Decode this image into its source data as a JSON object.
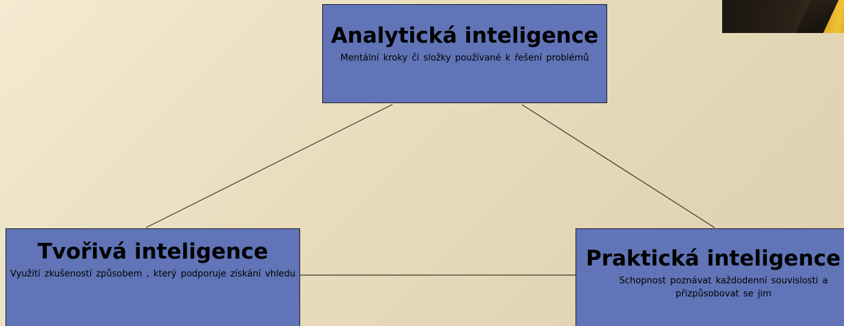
{
  "diagram": {
    "nodes": [
      {
        "id": "analytic",
        "title": "Analytická inteligence",
        "description": "Mentální kroky či složky používané k řešení problémů"
      },
      {
        "id": "creative",
        "title": "Tvořivá inteligence",
        "description": "Využití zkušeností způsobem  , který podporuje získání vhledu"
      },
      {
        "id": "practical",
        "title": "Praktická inteligence",
        "description_line1": "Schopnost  poznávat každodenní souvislosti a",
        "description_line2": "přizpůsobovat  se jim"
      }
    ],
    "edges": [
      {
        "from": "analytic",
        "to": "creative"
      },
      {
        "from": "analytic",
        "to": "practical"
      },
      {
        "from": "creative",
        "to": "practical"
      }
    ],
    "colors": {
      "box_fill": "#6074b7",
      "box_border": "#1b1f2c",
      "connector": "#3a3530",
      "background": "#ebe0c2"
    }
  }
}
